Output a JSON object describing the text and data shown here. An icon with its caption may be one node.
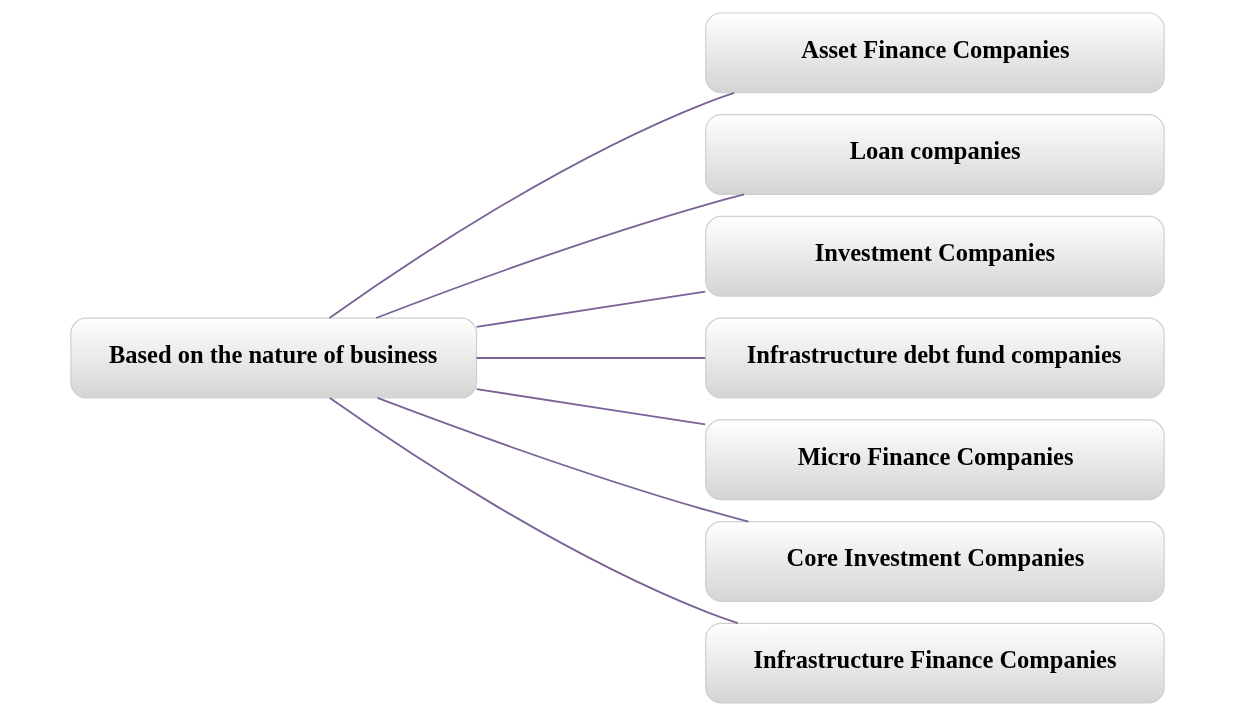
{
  "diagram": {
    "nodes": [
      {
        "text": [
          "Based on the nature of business"
        ]
      },
      {
        "text": [
          "Asset Finance Companies"
        ]
      },
      {
        "text": [
          "Loan companies"
        ]
      },
      {
        "text": [
          "Investment Companies"
        ]
      },
      {
        "text": [
          "Infrastructure debt fund companies"
        ]
      },
      {
        "text": [
          "Micro Finance Companies"
        ]
      },
      {
        "text": [
          "Core Investment Companies"
        ]
      },
      {
        "text": [
          "Infrastructure Finance Companies"
        ]
      }
    ],
    "edges": [
      {
        "from": 0,
        "to": 1,
        "arrow": "none"
      },
      {
        "from": 0,
        "to": 2,
        "arrow": "none"
      },
      {
        "from": 0,
        "to": 3,
        "arrow": "none"
      },
      {
        "from": 0,
        "to": 4,
        "arrow": "none"
      },
      {
        "from": 0,
        "to": 5,
        "arrow": "none"
      },
      {
        "from": 0,
        "to": 6,
        "arrow": "none"
      },
      {
        "from": 0,
        "to": 7,
        "arrow": "none"
      }
    ]
  }
}
